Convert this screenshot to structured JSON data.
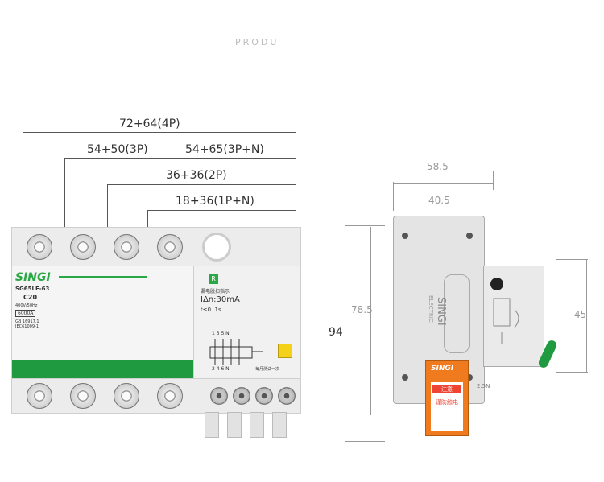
{
  "header": {
    "faint_title": "PRODU"
  },
  "front_view": {
    "dims": {
      "d4p": "72+64(4P)",
      "d3p": "54+50(3P)",
      "d3pn": "54+65(3P+N)",
      "d2p": "36+36(2P)",
      "d1pn": "18+36(1P+N)"
    },
    "breaker": {
      "brand": "SINGI",
      "model": "SG65LE-63",
      "rating": "C20",
      "spec1": "400V/50Hz",
      "breaking": "6000A",
      "std1": "GB 16917.1",
      "std2": "IEC61009-1",
      "rcd_title": "漏电脱扣指示",
      "rcd_current": "IΔn:30mA",
      "rcd_time": "t≤0. 1s",
      "test_label": "每月测试一次",
      "term_top": "1  3  5  N",
      "term_bottom": "2  4  6  N",
      "r_badge": "R"
    }
  },
  "side_view": {
    "dims": {
      "top_width": "58.5",
      "mid_width": "40.5",
      "total_height": "94",
      "inner_height": "78.5",
      "right_height": "45"
    },
    "brand_vertical": "SINGI",
    "electric": "ELECTRIC",
    "label_brand": "SINGI",
    "label_title": "注意",
    "label_body": "谨防触电",
    "small_mark": "2.5N",
    "warn_icon": "warning-triangle-icon",
    "colors": {
      "label": "#f07a1e",
      "handle": "#1f9a40"
    }
  }
}
